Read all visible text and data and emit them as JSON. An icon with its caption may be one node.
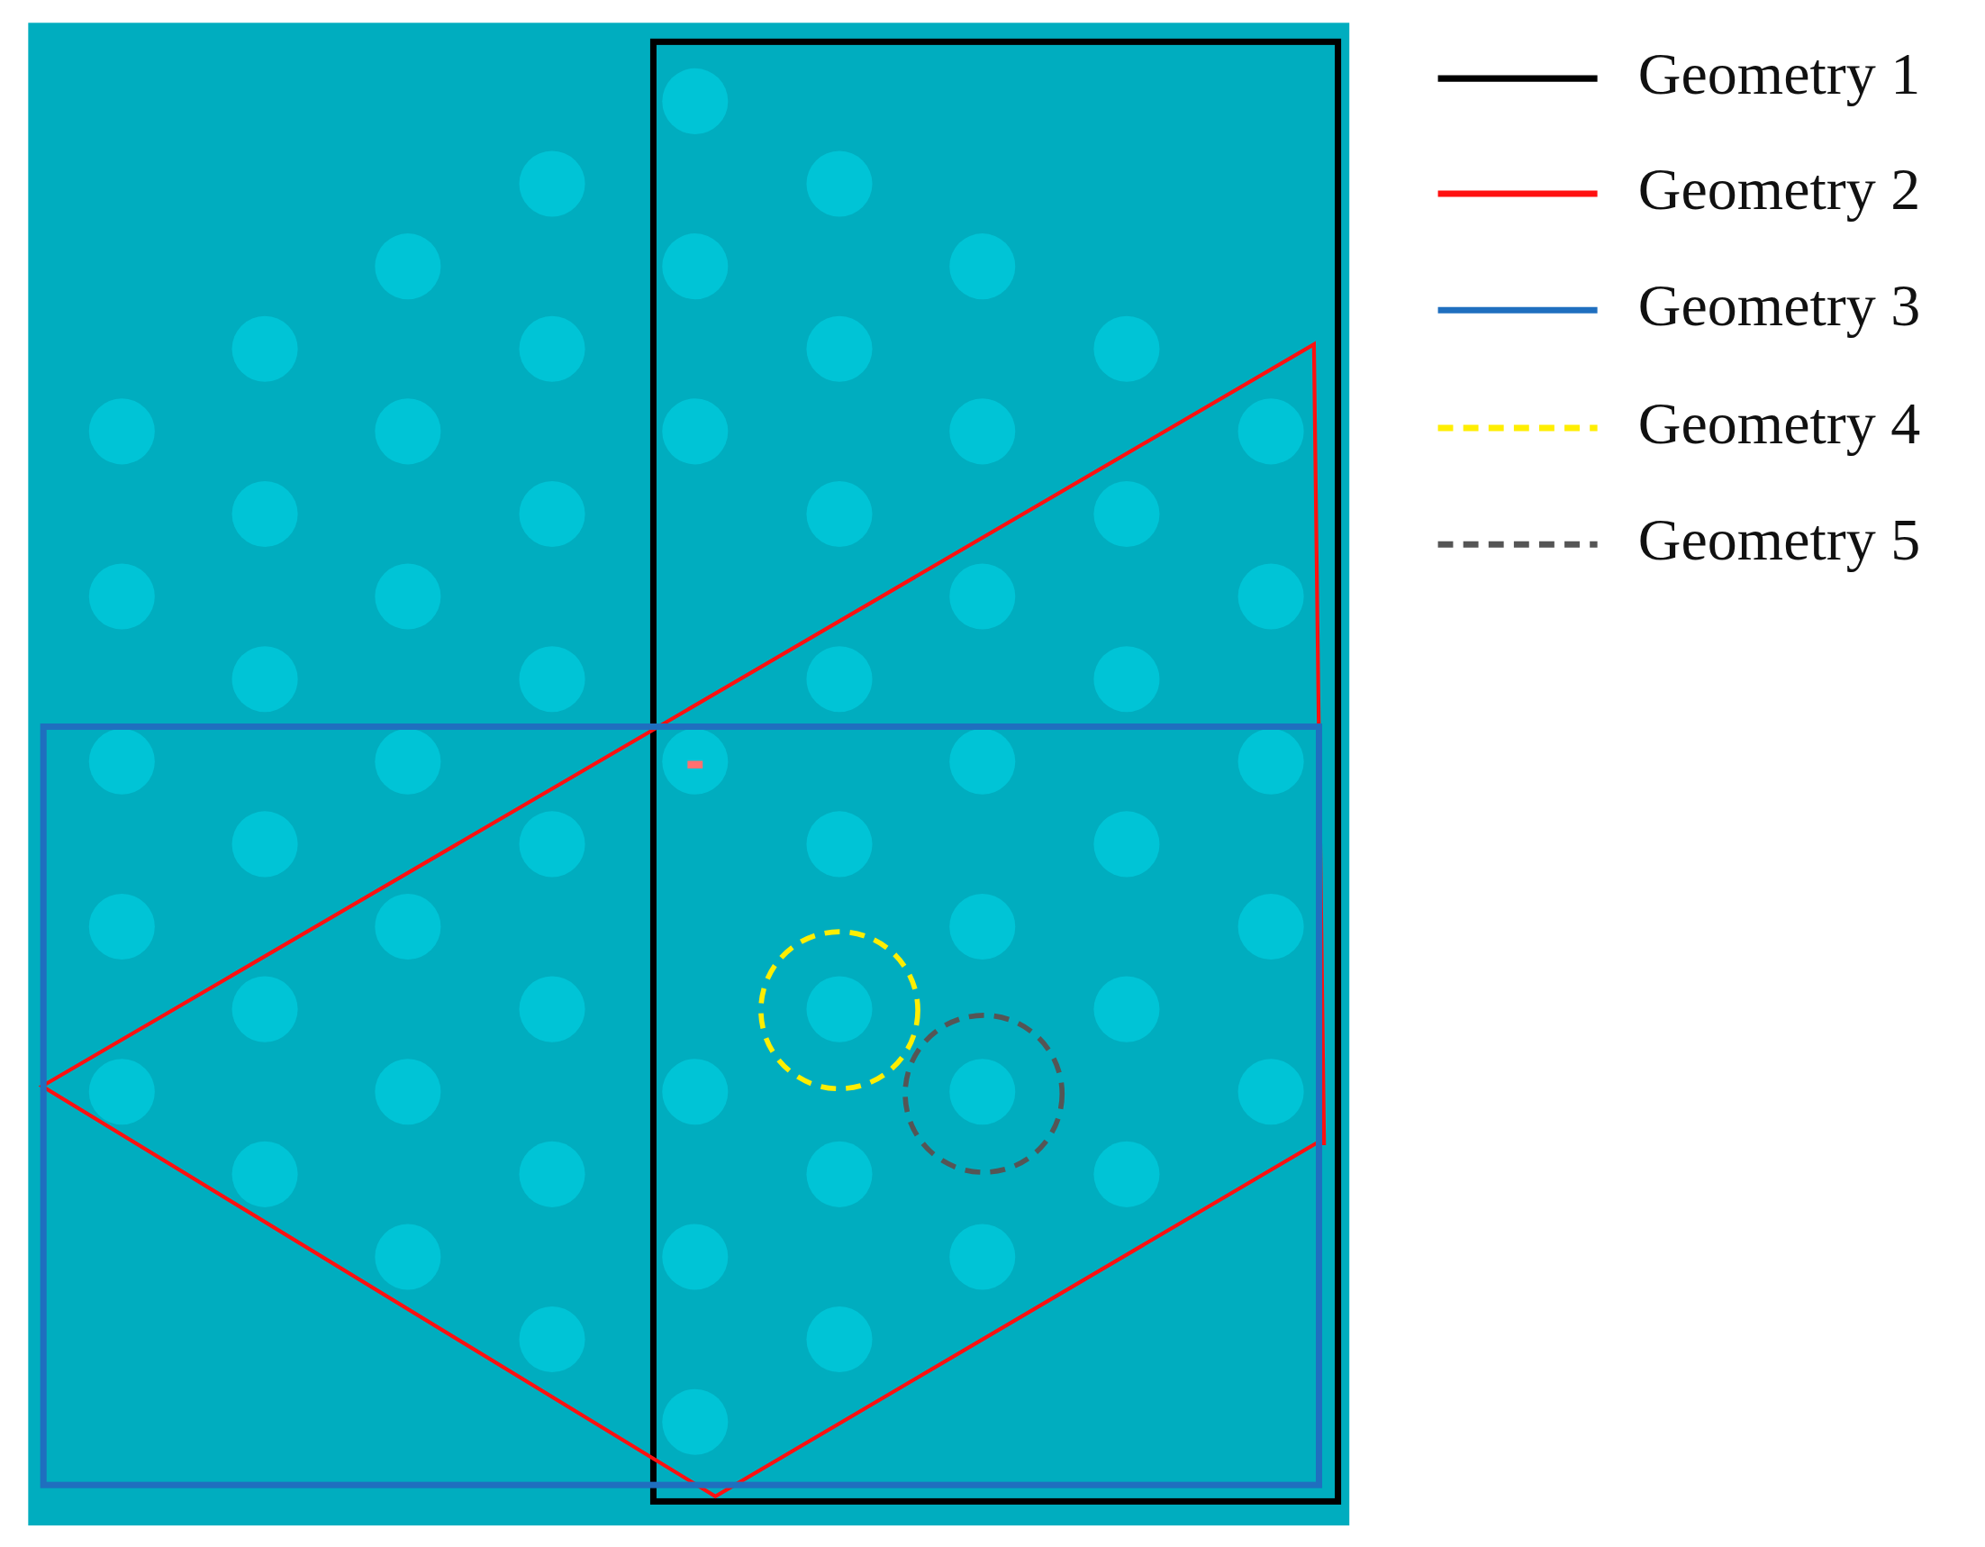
{
  "diagram": {
    "legend": [
      {
        "text": "Geometry 1"
      },
      {
        "text": "Geometry 2"
      },
      {
        "text": "Geometry 3"
      },
      {
        "text": "Geometry 4"
      },
      {
        "text": "Geometry 5"
      }
    ]
  }
}
